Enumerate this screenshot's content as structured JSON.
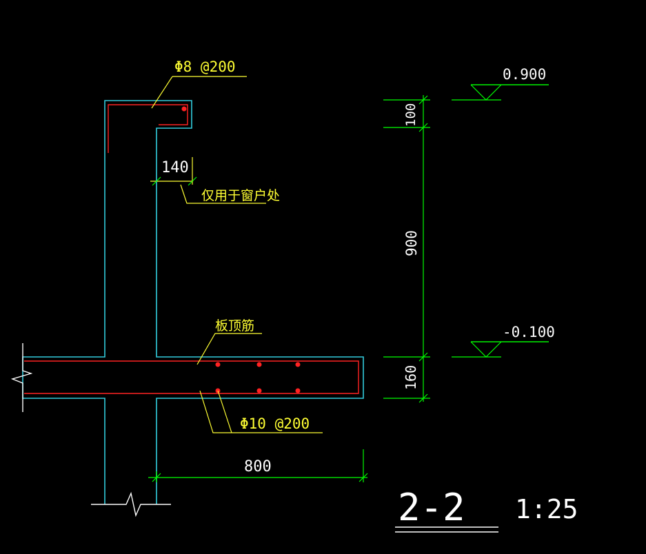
{
  "colors": {
    "background": "#000000",
    "concrete_outline": "#33ccdd",
    "rebar": "#ff2222",
    "dimension": "#00ff00",
    "leader": "#ffff33",
    "white_text": "#ffffff",
    "yellow_text": "#ffff33",
    "break_line": "#ffffff"
  },
  "annotations": {
    "top_rebar": "Φ8 @200",
    "dim_140": "140",
    "window_note": "仅用于窗户处",
    "slab_top_bar": "板顶筋",
    "bottom_rebar": "Φ10 @200",
    "dim_800": "800"
  },
  "dimensions": {
    "dim_100": "100",
    "dim_900": "900",
    "dim_160": "160"
  },
  "elevations": {
    "top": "0.900",
    "bottom": "-0.100"
  },
  "section": {
    "label": "2-2",
    "scale": "1:25"
  }
}
